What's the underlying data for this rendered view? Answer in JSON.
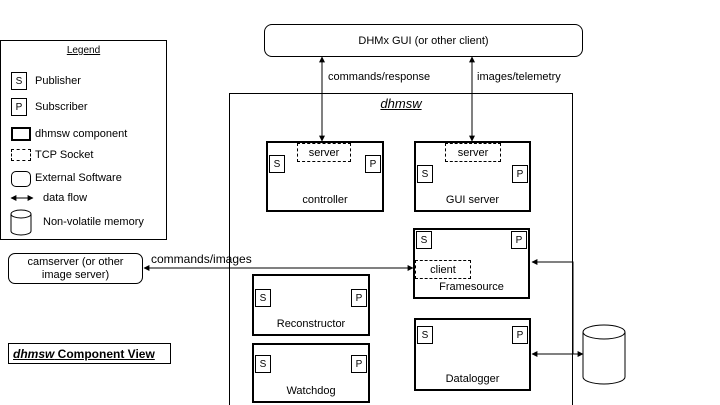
{
  "legend": {
    "title": "Legend",
    "items": {
      "publisher": "Publisher",
      "subscriber": "Subscriber",
      "component": "dhmsw component",
      "tcp": "TCP Socket",
      "external": "External Software",
      "dataflow": "data flow",
      "memory": "Non-volatile memory"
    }
  },
  "glyphs": {
    "s": "S",
    "p": "P"
  },
  "gui_client": "DHMx GUI (or other client)",
  "system_title": "dhmsw",
  "flows": {
    "commands_response": "commands/response",
    "images_telemetry": "images/telemetry",
    "commands_images": "commands/images"
  },
  "camserver": {
    "line1": "camserver (or other",
    "line2": "image server)"
  },
  "components": {
    "controller": "controller",
    "gui_server": "GUI server",
    "framesource": "Framesource",
    "reconstructor": "Reconstructor",
    "watchdog": "Watchdog",
    "datalogger": "Datalogger"
  },
  "sockets": {
    "server": "server",
    "client": "client"
  },
  "view_title": {
    "italic": "dhmsw",
    "rest": " Component View"
  }
}
